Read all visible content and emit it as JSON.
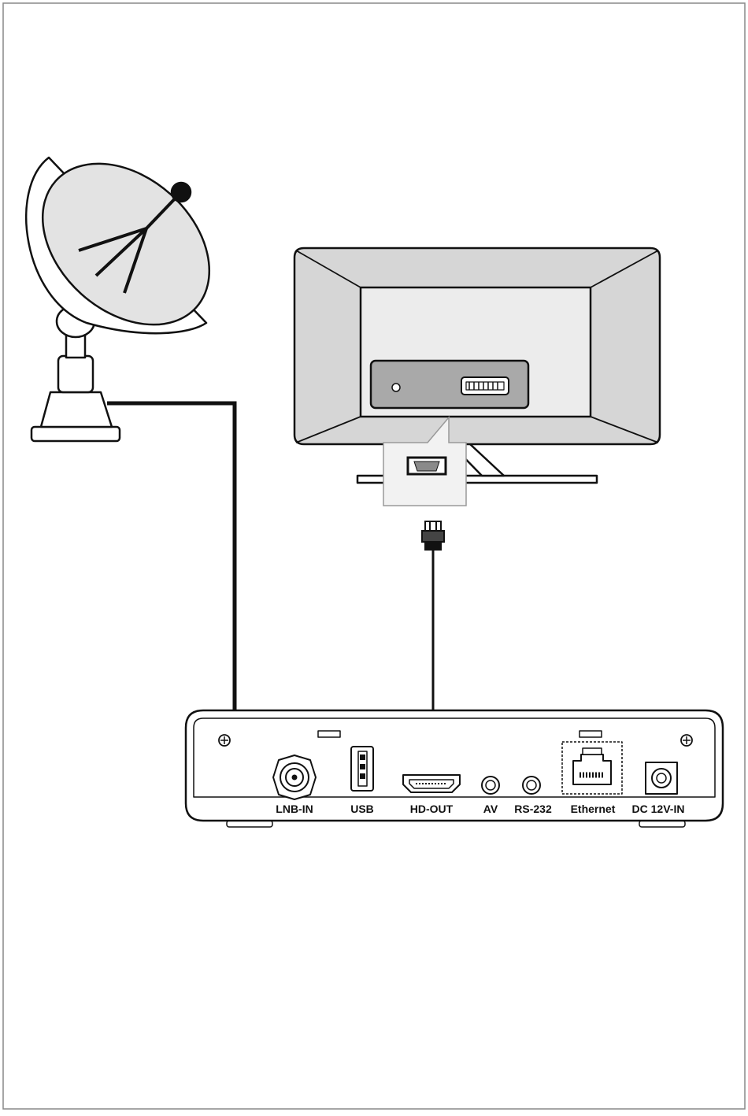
{
  "diagram": {
    "ports": [
      {
        "id": "lnb-in",
        "label": "LNB-IN"
      },
      {
        "id": "usb",
        "label": "USB"
      },
      {
        "id": "hd-out",
        "label": "HD-OUT"
      },
      {
        "id": "av",
        "label": "AV"
      },
      {
        "id": "rs-232",
        "label": "RS-232"
      },
      {
        "id": "ethernet",
        "label": "Ethernet"
      },
      {
        "id": "dc-12v-in",
        "label": "DC 12V-IN"
      }
    ],
    "connections": [
      {
        "from": "satellite-dish",
        "to": "lnb-in",
        "cable": "coaxial"
      },
      {
        "from": "hd-out",
        "to": "tv-hdmi-port",
        "cable": "hdmi"
      }
    ],
    "colors": {
      "line": "#111111",
      "panel_gray": "#d9d9d9",
      "tv_inner": "#e6e6e6",
      "tv_panel": "#a8a8a8",
      "page_border": "#888888"
    }
  }
}
